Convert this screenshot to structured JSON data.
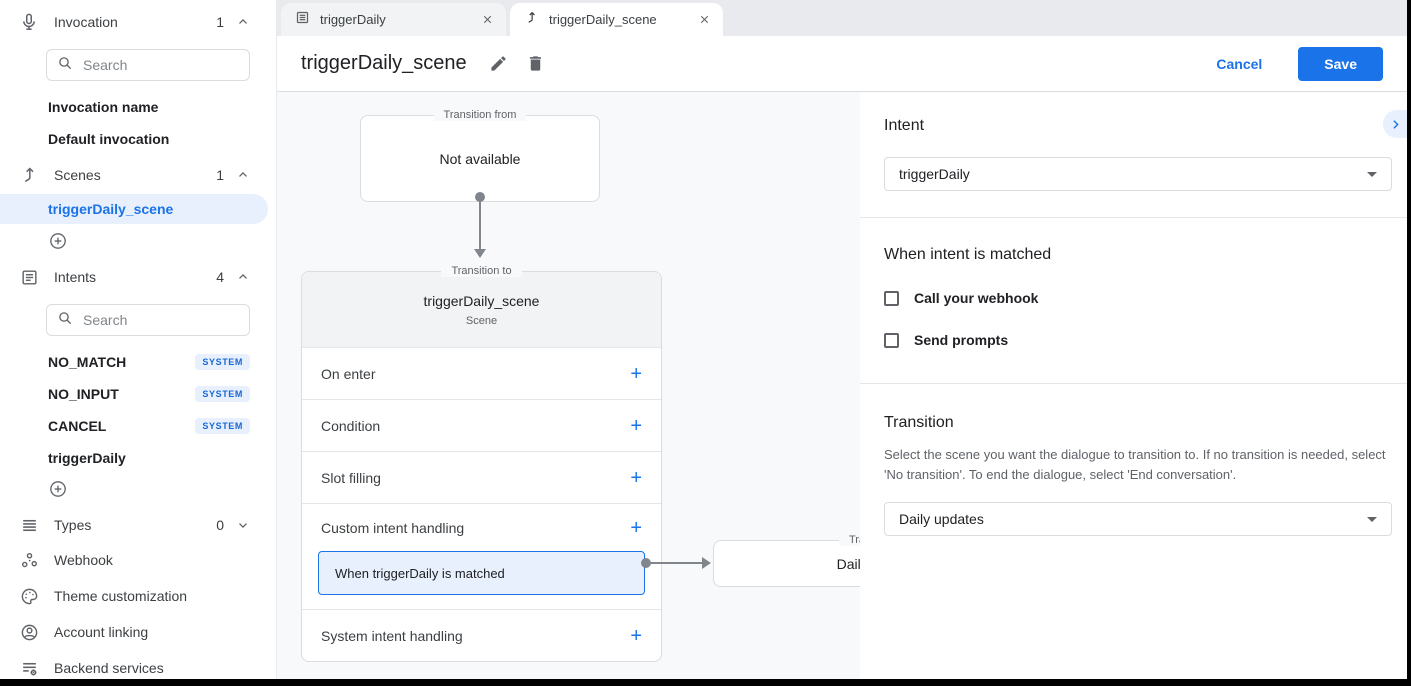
{
  "sidebar": {
    "invocation": {
      "label": "Invocation",
      "count": "1",
      "search_placeholder": "Search",
      "items": [
        {
          "label": "Invocation name"
        },
        {
          "label": "Default invocation"
        }
      ]
    },
    "scenes": {
      "label": "Scenes",
      "count": "1",
      "items": [
        {
          "label": "triggerDaily_scene"
        }
      ]
    },
    "intents": {
      "label": "Intents",
      "count": "4",
      "search_placeholder": "Search",
      "items": [
        {
          "label": "NO_MATCH",
          "badge": "SYSTEM"
        },
        {
          "label": "NO_INPUT",
          "badge": "SYSTEM"
        },
        {
          "label": "CANCEL",
          "badge": "SYSTEM"
        },
        {
          "label": "triggerDaily",
          "badge": ""
        }
      ]
    },
    "types": {
      "label": "Types",
      "count": "0"
    },
    "links": [
      {
        "label": "Webhook"
      },
      {
        "label": "Theme customization"
      },
      {
        "label": "Account linking"
      },
      {
        "label": "Backend services"
      }
    ]
  },
  "tabs": [
    {
      "label": "triggerDaily"
    },
    {
      "label": "triggerDaily_scene"
    }
  ],
  "header": {
    "title": "triggerDaily_scene",
    "cancel_label": "Cancel",
    "save_label": "Save"
  },
  "canvas": {
    "transition_from": {
      "legend": "Transition from",
      "content": "Not available"
    },
    "scene_card": {
      "legend": "Transition to",
      "title": "triggerDaily_scene",
      "subtitle": "Scene",
      "rows": [
        "On enter",
        "Condition",
        "Slot filling",
        "Custom intent handling"
      ],
      "custom_child": "When triggerDaily is matched",
      "last_row": "System intent handling"
    },
    "target_card": {
      "legend": "Transition to",
      "content": "Daily updates"
    }
  },
  "panel": {
    "intent_section": {
      "heading": "Intent",
      "value": "triggerDaily"
    },
    "matched_section": {
      "heading": "When intent is matched",
      "checkboxes": [
        "Call your webhook",
        "Send prompts"
      ]
    },
    "transition_section": {
      "heading": "Transition",
      "description": "Select the scene you want the dialogue to transition to. If no transition is needed, select 'No transition'. To end the dialogue, select 'End conversation'.",
      "value": "Daily updates"
    }
  },
  "colors": {
    "accent": "#1a73e8",
    "selected_bg": "#e8f0fe",
    "badge_text": "#1967d2"
  }
}
